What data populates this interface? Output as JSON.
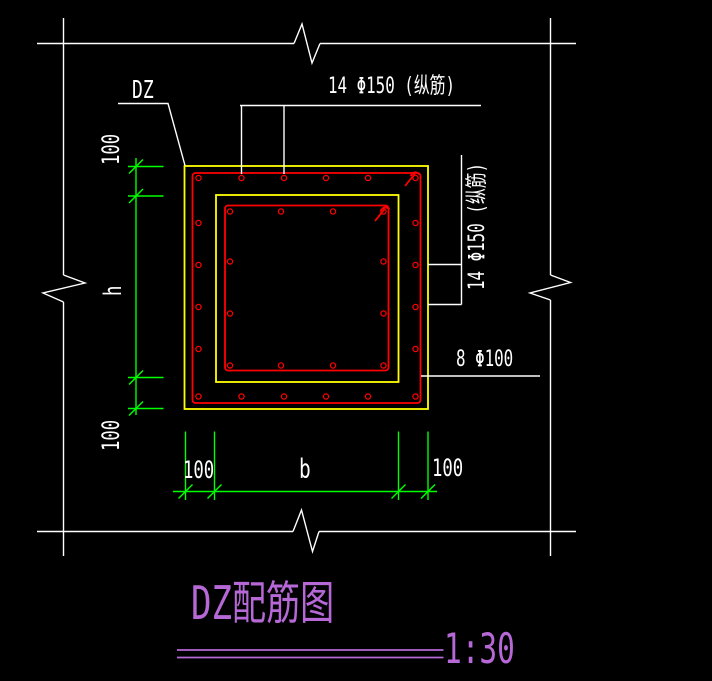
{
  "title_block": {
    "title": "DZ配筋图",
    "scale": "1:30"
  },
  "callouts": {
    "dz": "DZ",
    "top_rebar": "14 Φ150 (纵筋)",
    "right_rebar": "14 Φ150 (纵筋)",
    "stirrup": "8 Φ100"
  },
  "dimensions": {
    "left_top": "100",
    "left_height": "h",
    "left_bottom": "100",
    "bottom_left": "100",
    "bottom_width": "b",
    "bottom_right": "100"
  },
  "rebar_layout": {
    "outer_ring_dots": 20,
    "inner_ring_dots": 12
  },
  "colors": {
    "background": "#000000",
    "grid_lines": "#FFFFFF",
    "concrete_outline": "#FFFF00",
    "rebar": "#FF0000",
    "dimension_lines": "#00FF00",
    "title_text": "#B668D6"
  }
}
